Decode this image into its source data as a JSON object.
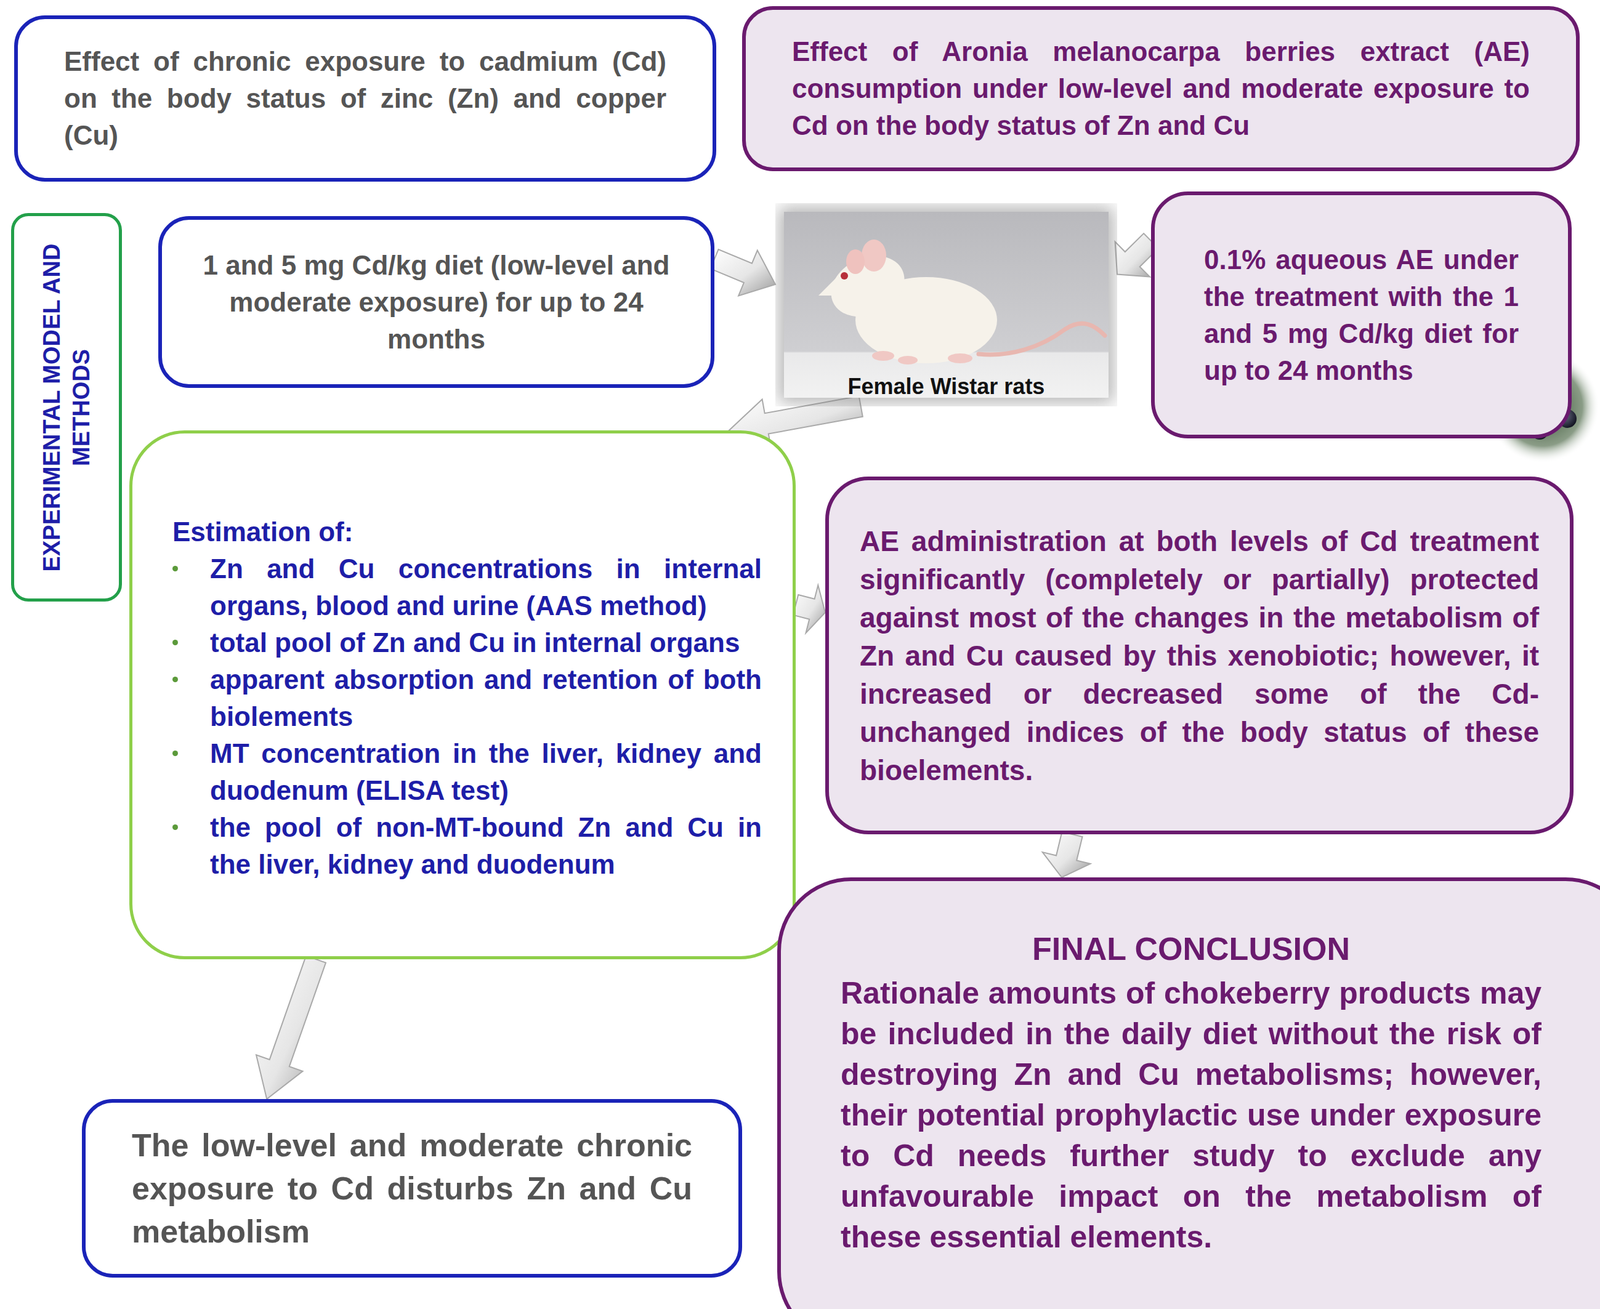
{
  "diagram": {
    "nodes": [
      {
        "text": [
          "Effect of chronic exposure to cadmium (Cd) on the body status of zinc (Zn) and copper (Cu)"
        ]
      },
      {
        "text": [
          "Effect of Aronia melanocarpa berries extract (AE) consumption under low-level and moderate exposure to Cd on the body status of Zn and Cu"
        ]
      },
      {
        "text": [
          "EXPERIMENTAL MODEL AND METHODS"
        ]
      },
      {
        "text": [
          "1 and 5 mg Cd/kg diet (low-level and moderate exposure) for up to 24 months"
        ]
      },
      {
        "text": [
          "Female Wistar rats"
        ]
      },
      {
        "text": [
          "0.1% aqueous AE under the treatment with the 1 and 5 mg Cd/kg diet for up to 24 months"
        ]
      },
      {
        "text": [
          "Estimation of:",
          "Zn and Cu concentrations in internal organs, blood and urine (AAS method)",
          "total pool of Zn and Cu in internal organs",
          "apparent absorption and retention of both biolements",
          "MT concentration in the liver, kidney and duodenum (ELISA test)",
          "the pool of non-MT-bound Zn and Cu in the liver, kidney and duodenum"
        ]
      },
      {
        "text": [
          "AE administration at both levels of Cd treatment significantly (completely or partially) protected against most of the changes in the metabolism of Zn and Cu caused by this xenobiotic; however, it increased or decreased some of the Cd-unchanged indices of the body status of these bioelements."
        ]
      },
      {
        "text": [
          "The low-level and moderate chronic exposure to Cd disturbs Zn and Cu metabolism"
        ]
      },
      {
        "text": [
          "FINAL CONCLUSION",
          "Rationale amounts of chokeberry products may be included in the daily diet without the risk of destroying Zn and Cu metabolisms; however, their potential prophylactic use under exposure to Cd needs further study to exclude any unfavourable impact on the metabolism of these essential elements."
        ]
      }
    ],
    "edges": [
      {
        "from": 3,
        "to": 4,
        "arrow": "to"
      },
      {
        "from": 5,
        "to": 4,
        "arrow": "to"
      },
      {
        "from": 4,
        "to": 6,
        "arrow": "to"
      },
      {
        "from": 6,
        "to": 7,
        "arrow": "to"
      },
      {
        "from": 6,
        "to": 8,
        "arrow": "to"
      },
      {
        "from": 7,
        "to": 9,
        "arrow": "to"
      }
    ]
  }
}
